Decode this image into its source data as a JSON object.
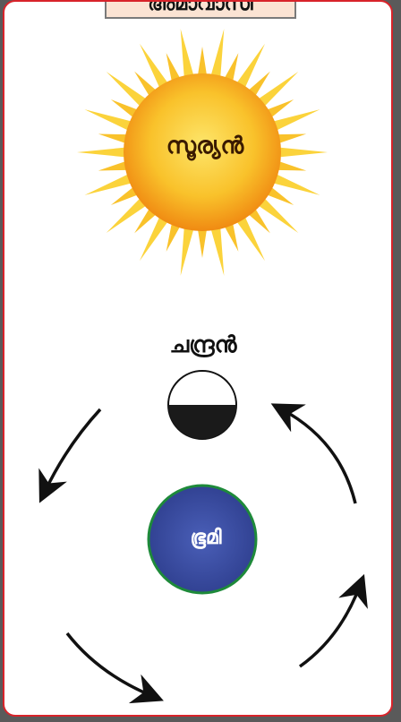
{
  "title": "അമാവാസി",
  "labels": {
    "sun": "സൂര്യൻ",
    "moon": "ചന്ദ്രൻ",
    "earth": "ഭൂമി"
  },
  "colors": {
    "border": "#d8232a",
    "title_bg": "#fbe3d3",
    "sun_core": "#f7b21a",
    "sun_rays": "#fbd33b",
    "earth_fill": "#3c4fa3",
    "earth_rim": "#1e8a3a",
    "moon_dark": "#1a1a1a",
    "arrow": "#111111"
  },
  "moon_phase": "new moon (half shown dark, lower half)",
  "arrows": [
    "orbit-arrow-top-left",
    "orbit-arrow-top-right",
    "orbit-arrow-bottom-left",
    "orbit-arrow-bottom-right"
  ]
}
